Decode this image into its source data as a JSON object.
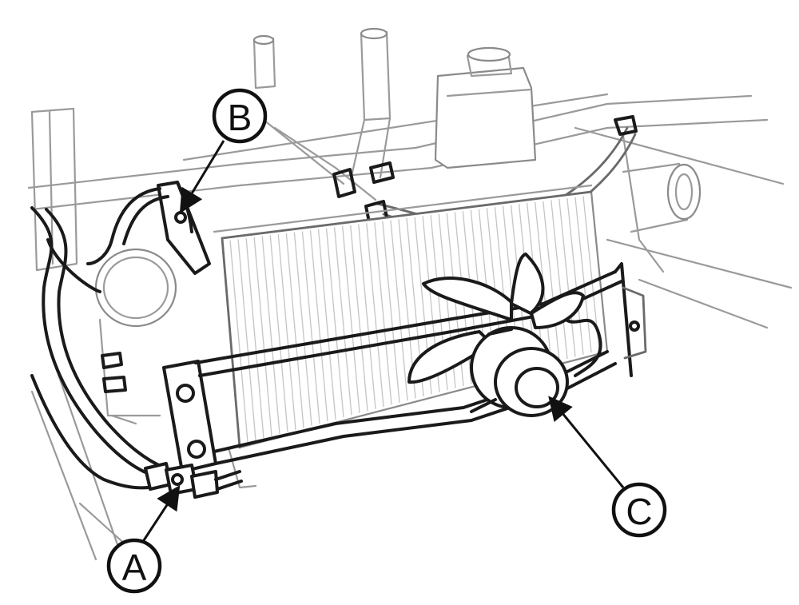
{
  "callouts": {
    "a": {
      "letter": "A"
    },
    "b": {
      "letter": "B"
    },
    "c": {
      "letter": "C"
    }
  },
  "colors": {
    "ink": "#1a1a1a",
    "faint_line": "#9a9a9a",
    "background": "#ffffff"
  }
}
